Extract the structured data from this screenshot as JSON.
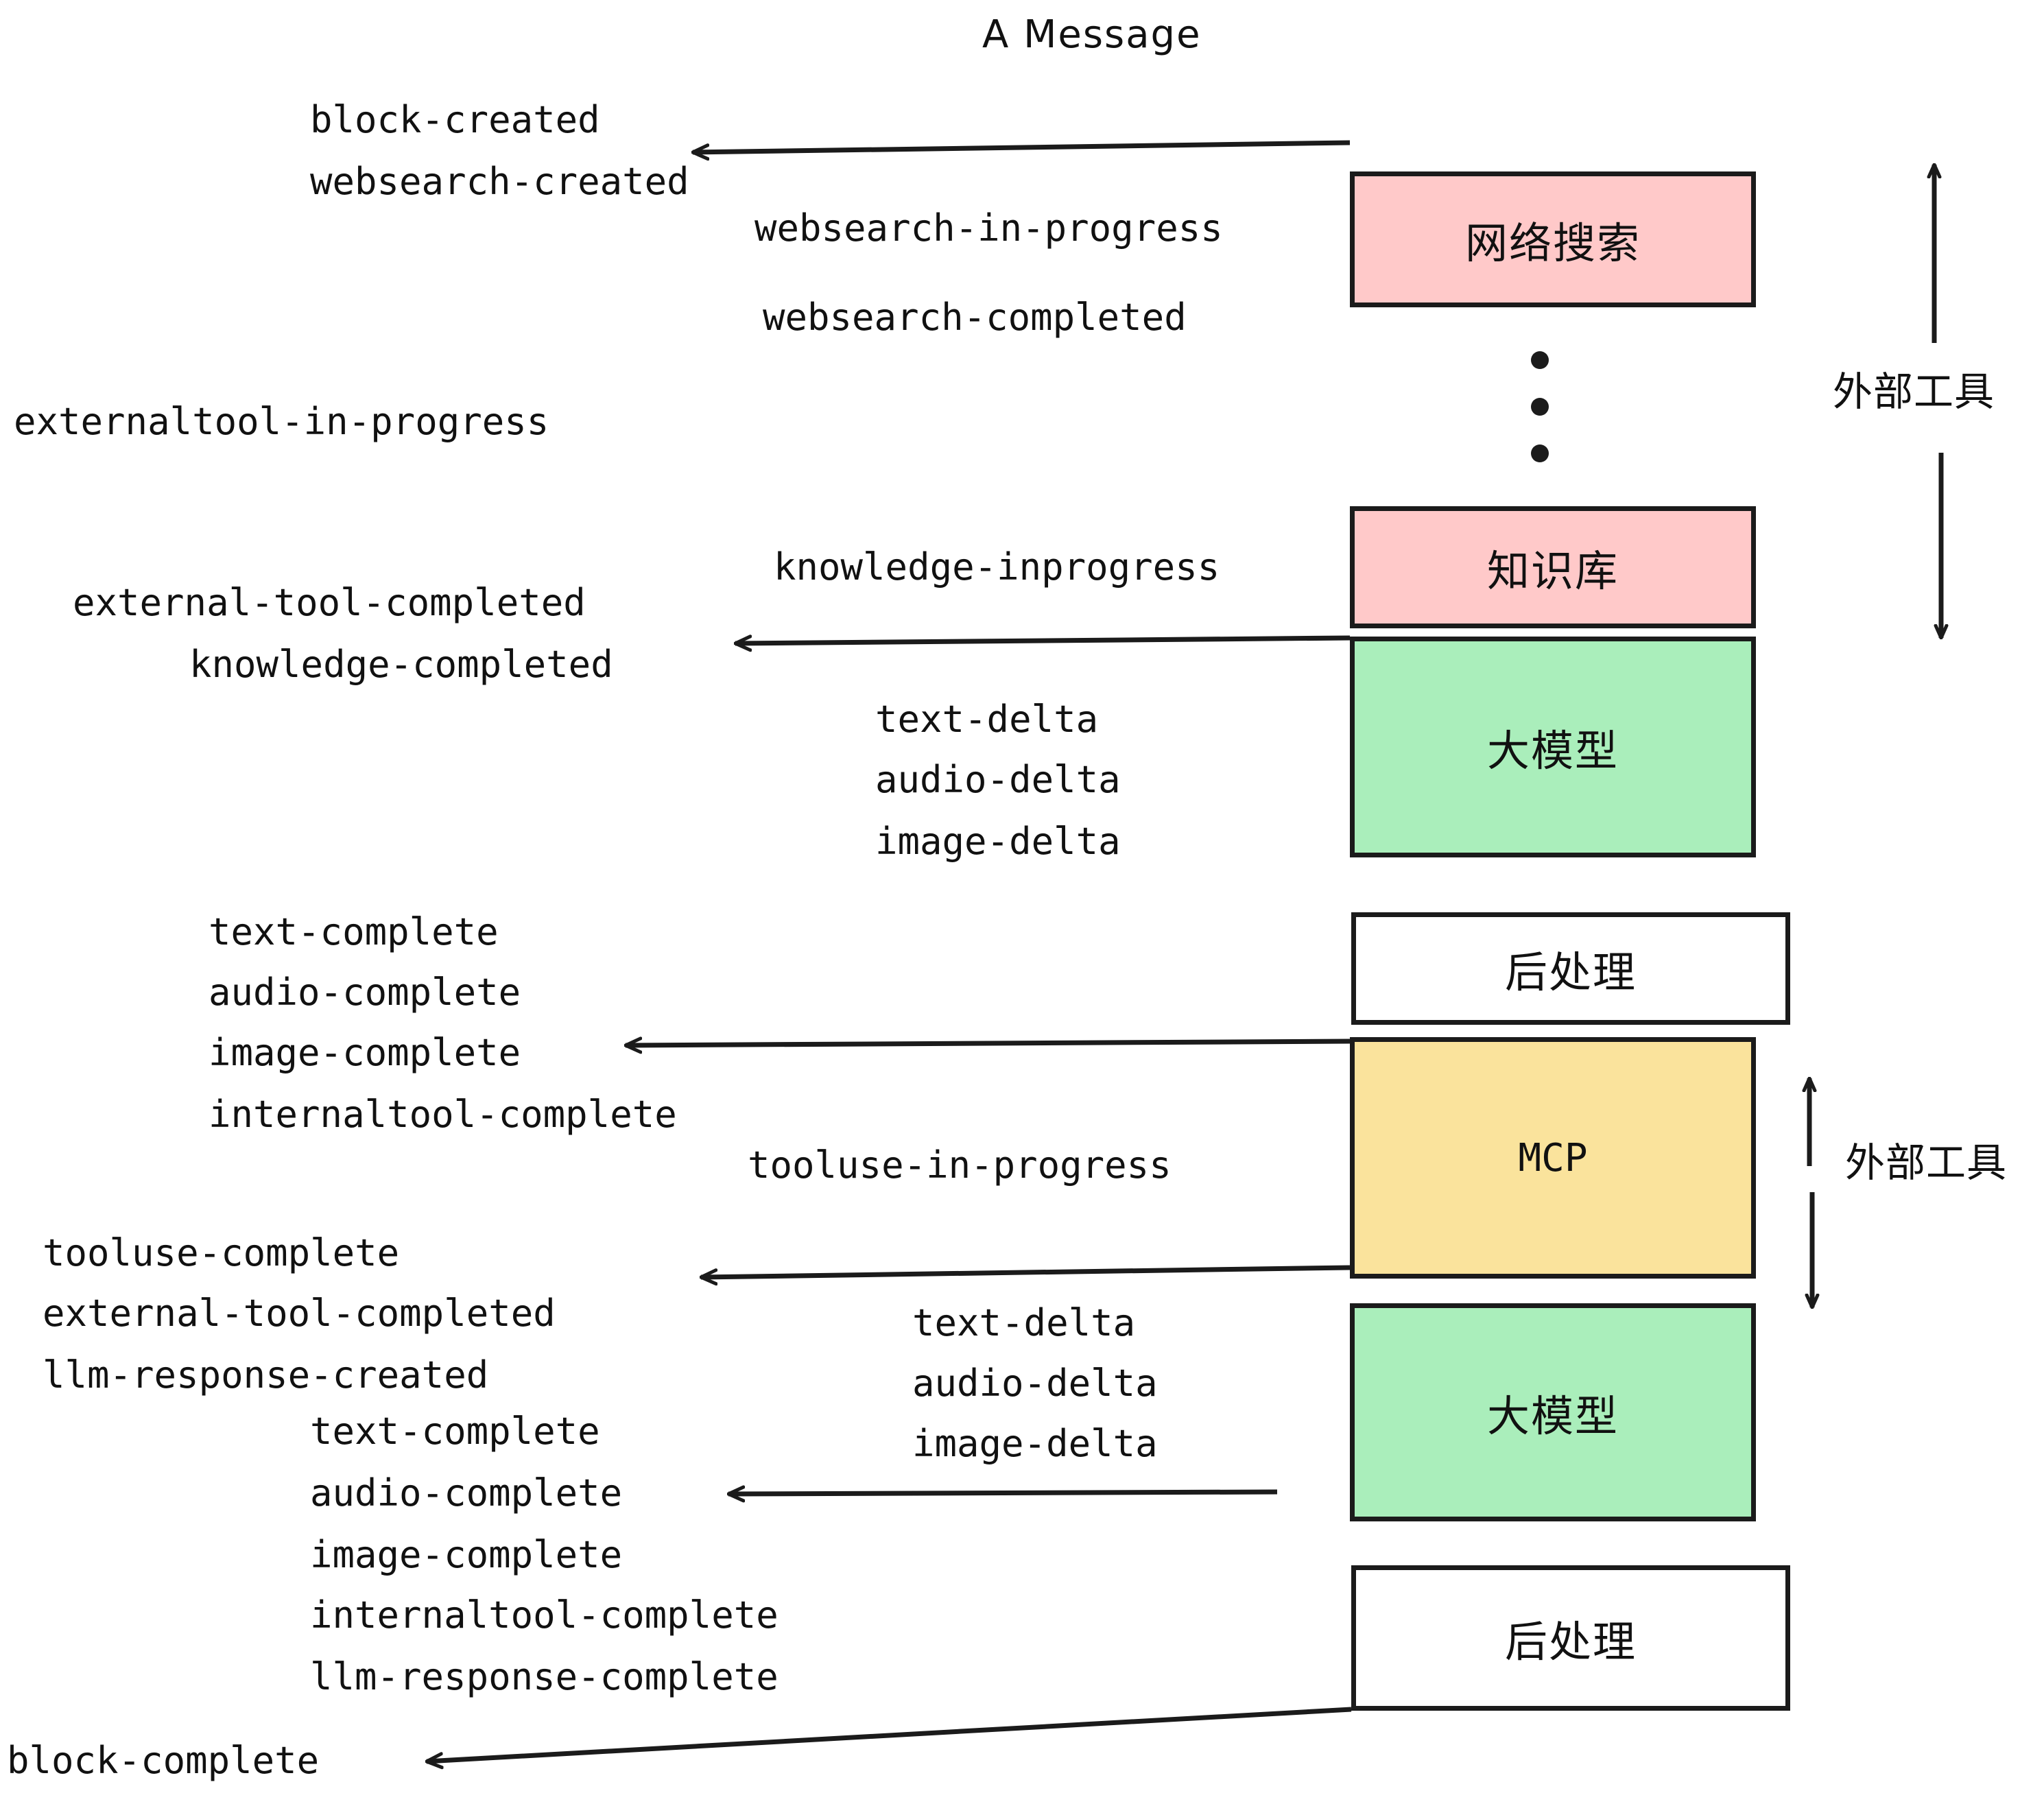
{
  "title": "A Message",
  "colors": {
    "pink": "#FFC9C9",
    "green": "#AAEEBB",
    "yellow": "#FAE39C",
    "white": "#FFFFFF",
    "stroke": "#1B1B1B",
    "background": "#FFFFFF"
  },
  "boxes": [
    {
      "id": "websearch",
      "label": "网络搜索",
      "fill": "#FFC9C9"
    },
    {
      "id": "knowledge",
      "label": "知识库",
      "fill": "#FFC9C9"
    },
    {
      "id": "llm-top",
      "label": "大模型",
      "fill": "#AAEEBB"
    },
    {
      "id": "post-top",
      "label": "后处理",
      "fill": "#FFFFFF"
    },
    {
      "id": "mcp",
      "label": "MCP",
      "fill": "#FAE39C"
    },
    {
      "id": "llm-bottom",
      "label": "大模型",
      "fill": "#AAEEBB"
    },
    {
      "id": "post-bottom",
      "label": "后处理",
      "fill": "#FFFFFF"
    }
  ],
  "side_labels": [
    {
      "id": "external-tool-top",
      "label": "外部工具"
    },
    {
      "id": "external-tool-bottom",
      "label": "外部工具"
    }
  ],
  "events": {
    "block_created": "block-created",
    "websearch_created": "websearch-created",
    "websearch_in_progress": "websearch-in-progress",
    "websearch_completed": "websearch-completed",
    "externaltool_in_progress": "externaltool-in-progress",
    "knowledge_inprogress": "knowledge-inprogress",
    "external_tool_completed_1": "external-tool-completed",
    "knowledge_completed": "knowledge-completed",
    "text_delta_1": "text-delta",
    "audio_delta_1": "audio-delta",
    "image_delta_1": "image-delta",
    "text_complete_1": "text-complete",
    "audio_complete_1": "audio-complete",
    "image_complete_1": "image-complete",
    "internaltool_complete_1": "internaltool-complete",
    "tooluse_in_progress": "tooluse-in-progress",
    "tooluse_complete": "tooluse-complete",
    "external_tool_completed_2": "external-tool-completed",
    "llm_response_created": "llm-response-created",
    "text_delta_2": "text-delta",
    "audio_delta_2": "audio-delta",
    "image_delta_2": "image-delta",
    "text_complete_2": "text-complete",
    "audio_complete_2": "audio-complete",
    "image_complete_2": "image-complete",
    "internaltool_complete_2": "internaltool-complete",
    "llm_response_complete": "llm-response-complete",
    "block_complete": "block-complete"
  }
}
